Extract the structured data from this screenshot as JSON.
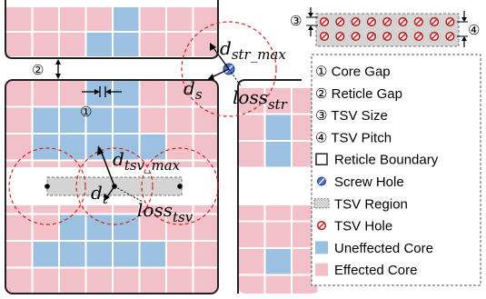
{
  "colors": {
    "effected_core": "#f2c0c8",
    "uneffected_core": "#9cc0e0",
    "tsv_region": "#d4d4d4",
    "tsv_hole": "#cc1f1f",
    "screw_hole": "#4b6fd0",
    "boundary_stroke": "#222222",
    "circle_stroke": "#d62020"
  },
  "icons": {
    "screw_hole": "blue-circle-slash-icon",
    "tsv_hole": "red-circle-slash-icon",
    "tsv_region": "gray-dashed-rectangle-icon",
    "reticle_boundary": "black-square-outline-icon",
    "uneffected_core": "blue-square-icon",
    "effected_core": "pink-square-icon"
  },
  "diagram": {
    "callouts": {
      "core_gap": "①",
      "reticle_gap": "②",
      "tsv_size": "③",
      "tsv_pitch": "④"
    },
    "labels": {
      "d_str_max_base": "d",
      "d_str_max_sub": "str_max",
      "d_s_base": "d",
      "d_s_sub": "s",
      "loss_str_base": "loss",
      "loss_str_sub": "str",
      "d_tsv_max_base": "d",
      "d_tsv_max_sub": "tsv_max",
      "d_t_base": "d",
      "d_t_sub": "t",
      "loss_tsv_base": "loss",
      "loss_tsv_sub": "tsv"
    }
  },
  "legend": {
    "items": [
      {
        "key": "core_gap",
        "text": "① Core Gap"
      },
      {
        "key": "reticle_gap",
        "text": "② Reticle Gap"
      },
      {
        "key": "tsv_size",
        "text": "③ TSV Size"
      },
      {
        "key": "tsv_pitch",
        "text": "④ TSV Pitch"
      },
      {
        "key": "reticle_boundary",
        "text": "Reticle Boundary"
      },
      {
        "key": "screw_hole",
        "text": "Screw Hole"
      },
      {
        "key": "tsv_region",
        "text": "TSV Region"
      },
      {
        "key": "tsv_hole",
        "text": "TSV Hole"
      },
      {
        "key": "uneffected_core",
        "text": "Uneffected Core"
      },
      {
        "key": "effected_core",
        "text": "Effected Core"
      }
    ]
  }
}
